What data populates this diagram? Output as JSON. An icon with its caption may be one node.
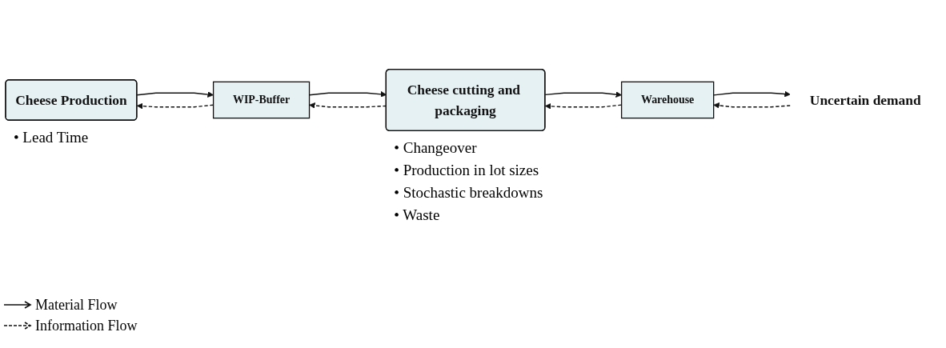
{
  "diagram": {
    "nodes": [
      {
        "text": [
          "Cheese Production"
        ],
        "beside": [
          "• Lead Time"
        ]
      },
      {
        "text": [
          "WIP-Buffer"
        ]
      },
      {
        "text": [
          "Cheese cutting and packaging"
        ],
        "beside": [
          "• Changeover",
          "• Production in lot sizes",
          "• Stochastic breakdowns",
          "• Waste"
        ]
      },
      {
        "text": [
          "Warehouse"
        ]
      },
      {
        "text": [
          "Uncertain demand"
        ]
      }
    ],
    "edges": [
      {
        "from": 1,
        "to": 0,
        "arrow": "to",
        "style": "dashed"
      },
      {
        "from": 0,
        "to": 1,
        "arrow": "to"
      },
      {
        "from": 2,
        "to": 1,
        "arrow": "to",
        "style": "dashed"
      },
      {
        "from": 1,
        "to": 2,
        "arrow": "to"
      },
      {
        "from": 3,
        "to": 2,
        "arrow": "to",
        "style": "dashed"
      },
      {
        "from": 2,
        "to": 3,
        "arrow": "to"
      },
      {
        "from": 4,
        "to": 3,
        "arrow": "to",
        "style": "dashed"
      },
      {
        "from": 3,
        "to": 4,
        "arrow": "to"
      }
    ],
    "legend": [
      {
        "text": "Material Flow"
      },
      {
        "text": "Information Flow"
      }
    ]
  }
}
